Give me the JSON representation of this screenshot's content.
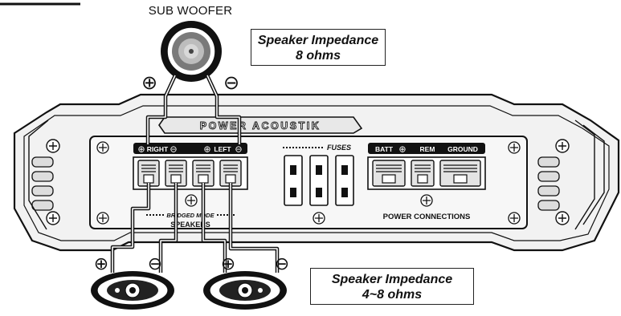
{
  "subwoofer": {
    "label": "SUB WOOFER"
  },
  "impedance_top": {
    "title": "Speaker Impedance",
    "value": "8 ohms"
  },
  "impedance_bottom": {
    "title": "Speaker Impedance",
    "value": "4~8 ohms"
  },
  "amplifier": {
    "brand": "POWER ACOUSTIK",
    "speaker_terminals": {
      "right": "RIGHT",
      "left": "LEFT"
    },
    "fuses_label": "FUSES",
    "bridged_label": "BRIDGED MODE",
    "speakers_label": "SPEAKERS",
    "power": {
      "batt": "BATT",
      "rem": "REM",
      "ground": "GROUND",
      "label": "POWER CONNECTIONS"
    }
  },
  "polarity": {
    "plus": "⊕",
    "minus": "⊖"
  }
}
